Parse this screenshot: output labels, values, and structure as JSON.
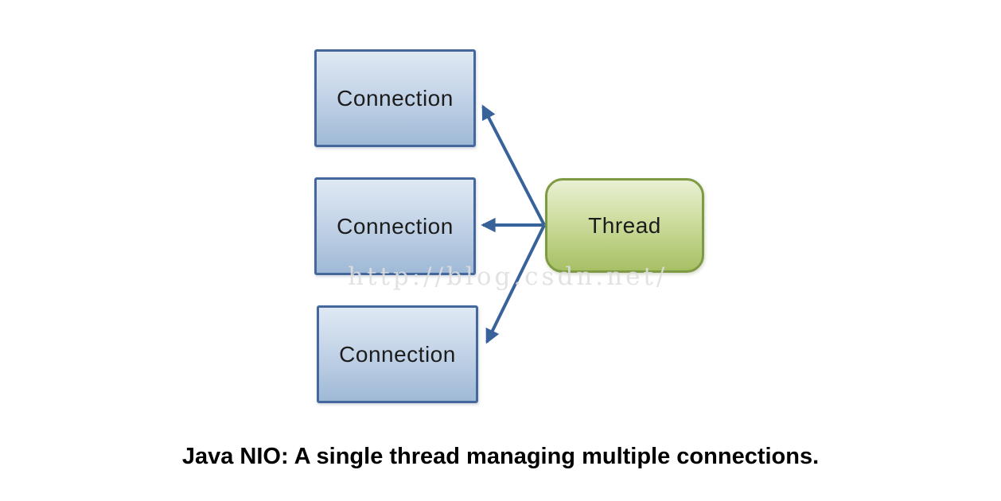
{
  "diagram": {
    "nodes": {
      "connection1": {
        "label": "Connection"
      },
      "connection2": {
        "label": "Connection"
      },
      "connection3": {
        "label": "Connection"
      },
      "thread": {
        "label": "Thread"
      }
    },
    "watermark": "http://blog.csdn.net/",
    "caption": "Java NIO: A single thread managing multiple connections.",
    "colors": {
      "connection_fill_top": "#dfe9f4",
      "connection_fill_bottom": "#9fb9d6",
      "connection_border": "#44689b",
      "thread_fill_top": "#e9f0d3",
      "thread_fill_bottom": "#a7c064",
      "thread_border": "#7f9a45",
      "arrow": "#38639a",
      "node_text": "#1c1c1c",
      "caption_text": "#000000",
      "watermark_text": "#dfdfdf"
    }
  }
}
